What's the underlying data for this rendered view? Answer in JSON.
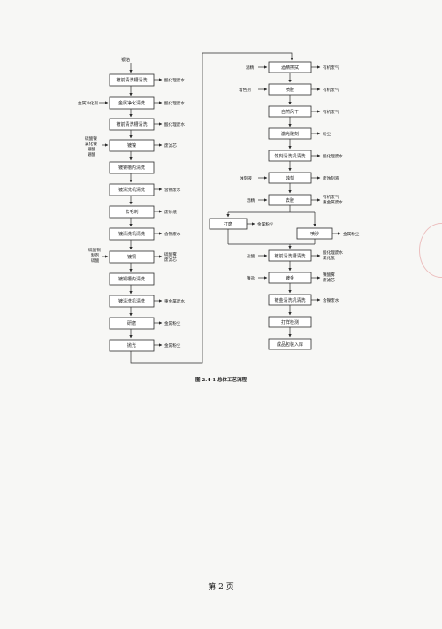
{
  "figure": {
    "caption": "图 2.4-1 总体工艺流程",
    "left_column": {
      "input_top": "银箔",
      "steps": [
        "镀前清洗槽清洗",
        "金属净化清洗",
        "镀前清洗槽清洗",
        "镀镍",
        "镀镍槽内清洗",
        "镀清洗机清洗",
        "去毛刺",
        "镀清洗机清洗",
        "镀铜",
        "镀铜槽内清洗",
        "镀清洗机清洗",
        "研磨",
        "抛光"
      ],
      "left_inputs": {
        "metal_cleaner": "金属净化剂",
        "nickel_chems": [
          "硫酸镍",
          "氯化镍",
          "硼酸",
          "硼酸"
        ],
        "copper_chems": [
          "硫酸铜",
          "制剂",
          "硫酸"
        ]
      },
      "right_outputs": [
        "酸化理废水",
        "酸化理废水",
        "酸化理废水",
        "废滤芯",
        "含镍废水",
        "废砂纸",
        "含镍废水",
        "硫酸雾",
        "废滤芯",
        "重金属废水",
        "金属粉尘",
        "金属粉尘"
      ]
    },
    "right_column": {
      "steps": [
        "酒精擦拭",
        "喷胶",
        "自然风干",
        "激光雕刻",
        "蚀刻清洗机清洗",
        "蚀刻",
        "去胶",
        "镀前清洗槽清洗",
        "镀金",
        "镀金清洗机清洗",
        "打样检测",
        "成品包装入库"
      ],
      "left_inputs": [
        "酒精",
        "着色剂",
        "蚀刻液",
        "酒精",
        "盐酸",
        "镍盐"
      ],
      "right_outputs": [
        "有机废气",
        "有机废气",
        "有机废气",
        "粉尘",
        "酸化理废水",
        "废蚀刻液",
        "有机废气",
        "重金属废水",
        "酸化理废水",
        "氯化氢",
        "镍酸雾",
        "废滤芯",
        "含镍废水"
      ],
      "side_steps": {
        "left": "打磨",
        "right": "喷砂"
      },
      "side_outputs": {
        "left": "金属粉尘",
        "right": "金属粉尘"
      }
    }
  },
  "footer": {
    "page_number": "第 2 页"
  }
}
